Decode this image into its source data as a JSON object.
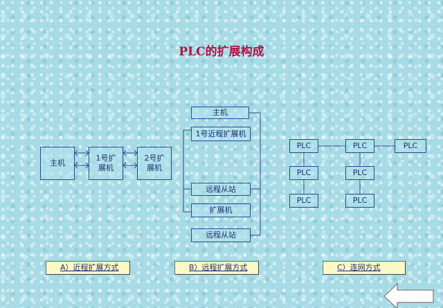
{
  "title": "PLC的扩展构成",
  "diagram_a": {
    "host": "主机",
    "exp1": "1号扩展机",
    "exp2": "2号扩展机",
    "caption": "A）近程扩展方式"
  },
  "diagram_b": {
    "host": "主机",
    "near_exp": "1号近程扩展机",
    "remote_station_1": "远程从站",
    "expansion": "扩展机",
    "remote_station_2": "远程从站",
    "caption": "B）远程扩展方式"
  },
  "diagram_c": {
    "nodes": [
      "PLC",
      "PLC",
      "PLC",
      "PLC",
      "PLC",
      "PLC",
      "PLC"
    ],
    "caption": "C）连网方式"
  },
  "colors": {
    "title": "#b2123e",
    "line": "#2b4a8a",
    "text": "#1e2e70"
  },
  "icons": [
    "back-arrow-icon"
  ]
}
